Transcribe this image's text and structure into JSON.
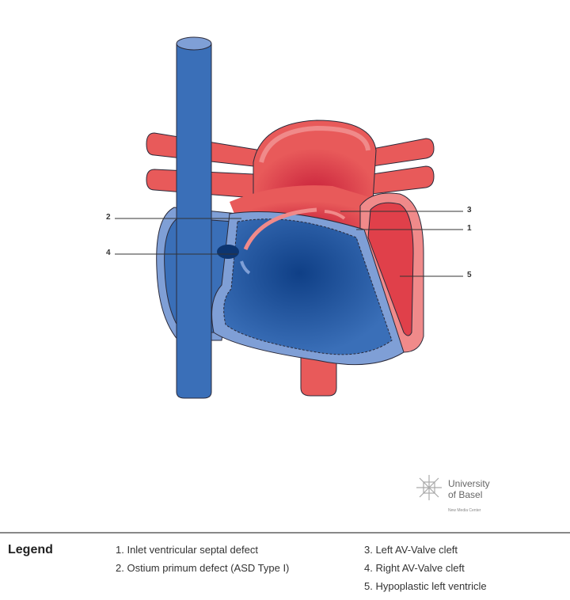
{
  "diagram": {
    "callouts": [
      "1",
      "2",
      "3",
      "4",
      "5"
    ],
    "colors": {
      "oxygenated": "#e85a5a",
      "deoxygenated": "#3a6fb8",
      "wall_blue": "#7f9fd6",
      "wall_red": "#f08a8a"
    }
  },
  "logo": {
    "name": "University\nof Basel",
    "subtitle": "New Media Center"
  },
  "legend": {
    "title": "Legend",
    "items": [
      "1. Inlet ventricular septal defect",
      "2. Ostium primum defect (ASD Type I)",
      "3. Left AV-Valve cleft",
      "4. Right AV-Valve cleft",
      "5. Hypoplastic left ventricle"
    ]
  }
}
